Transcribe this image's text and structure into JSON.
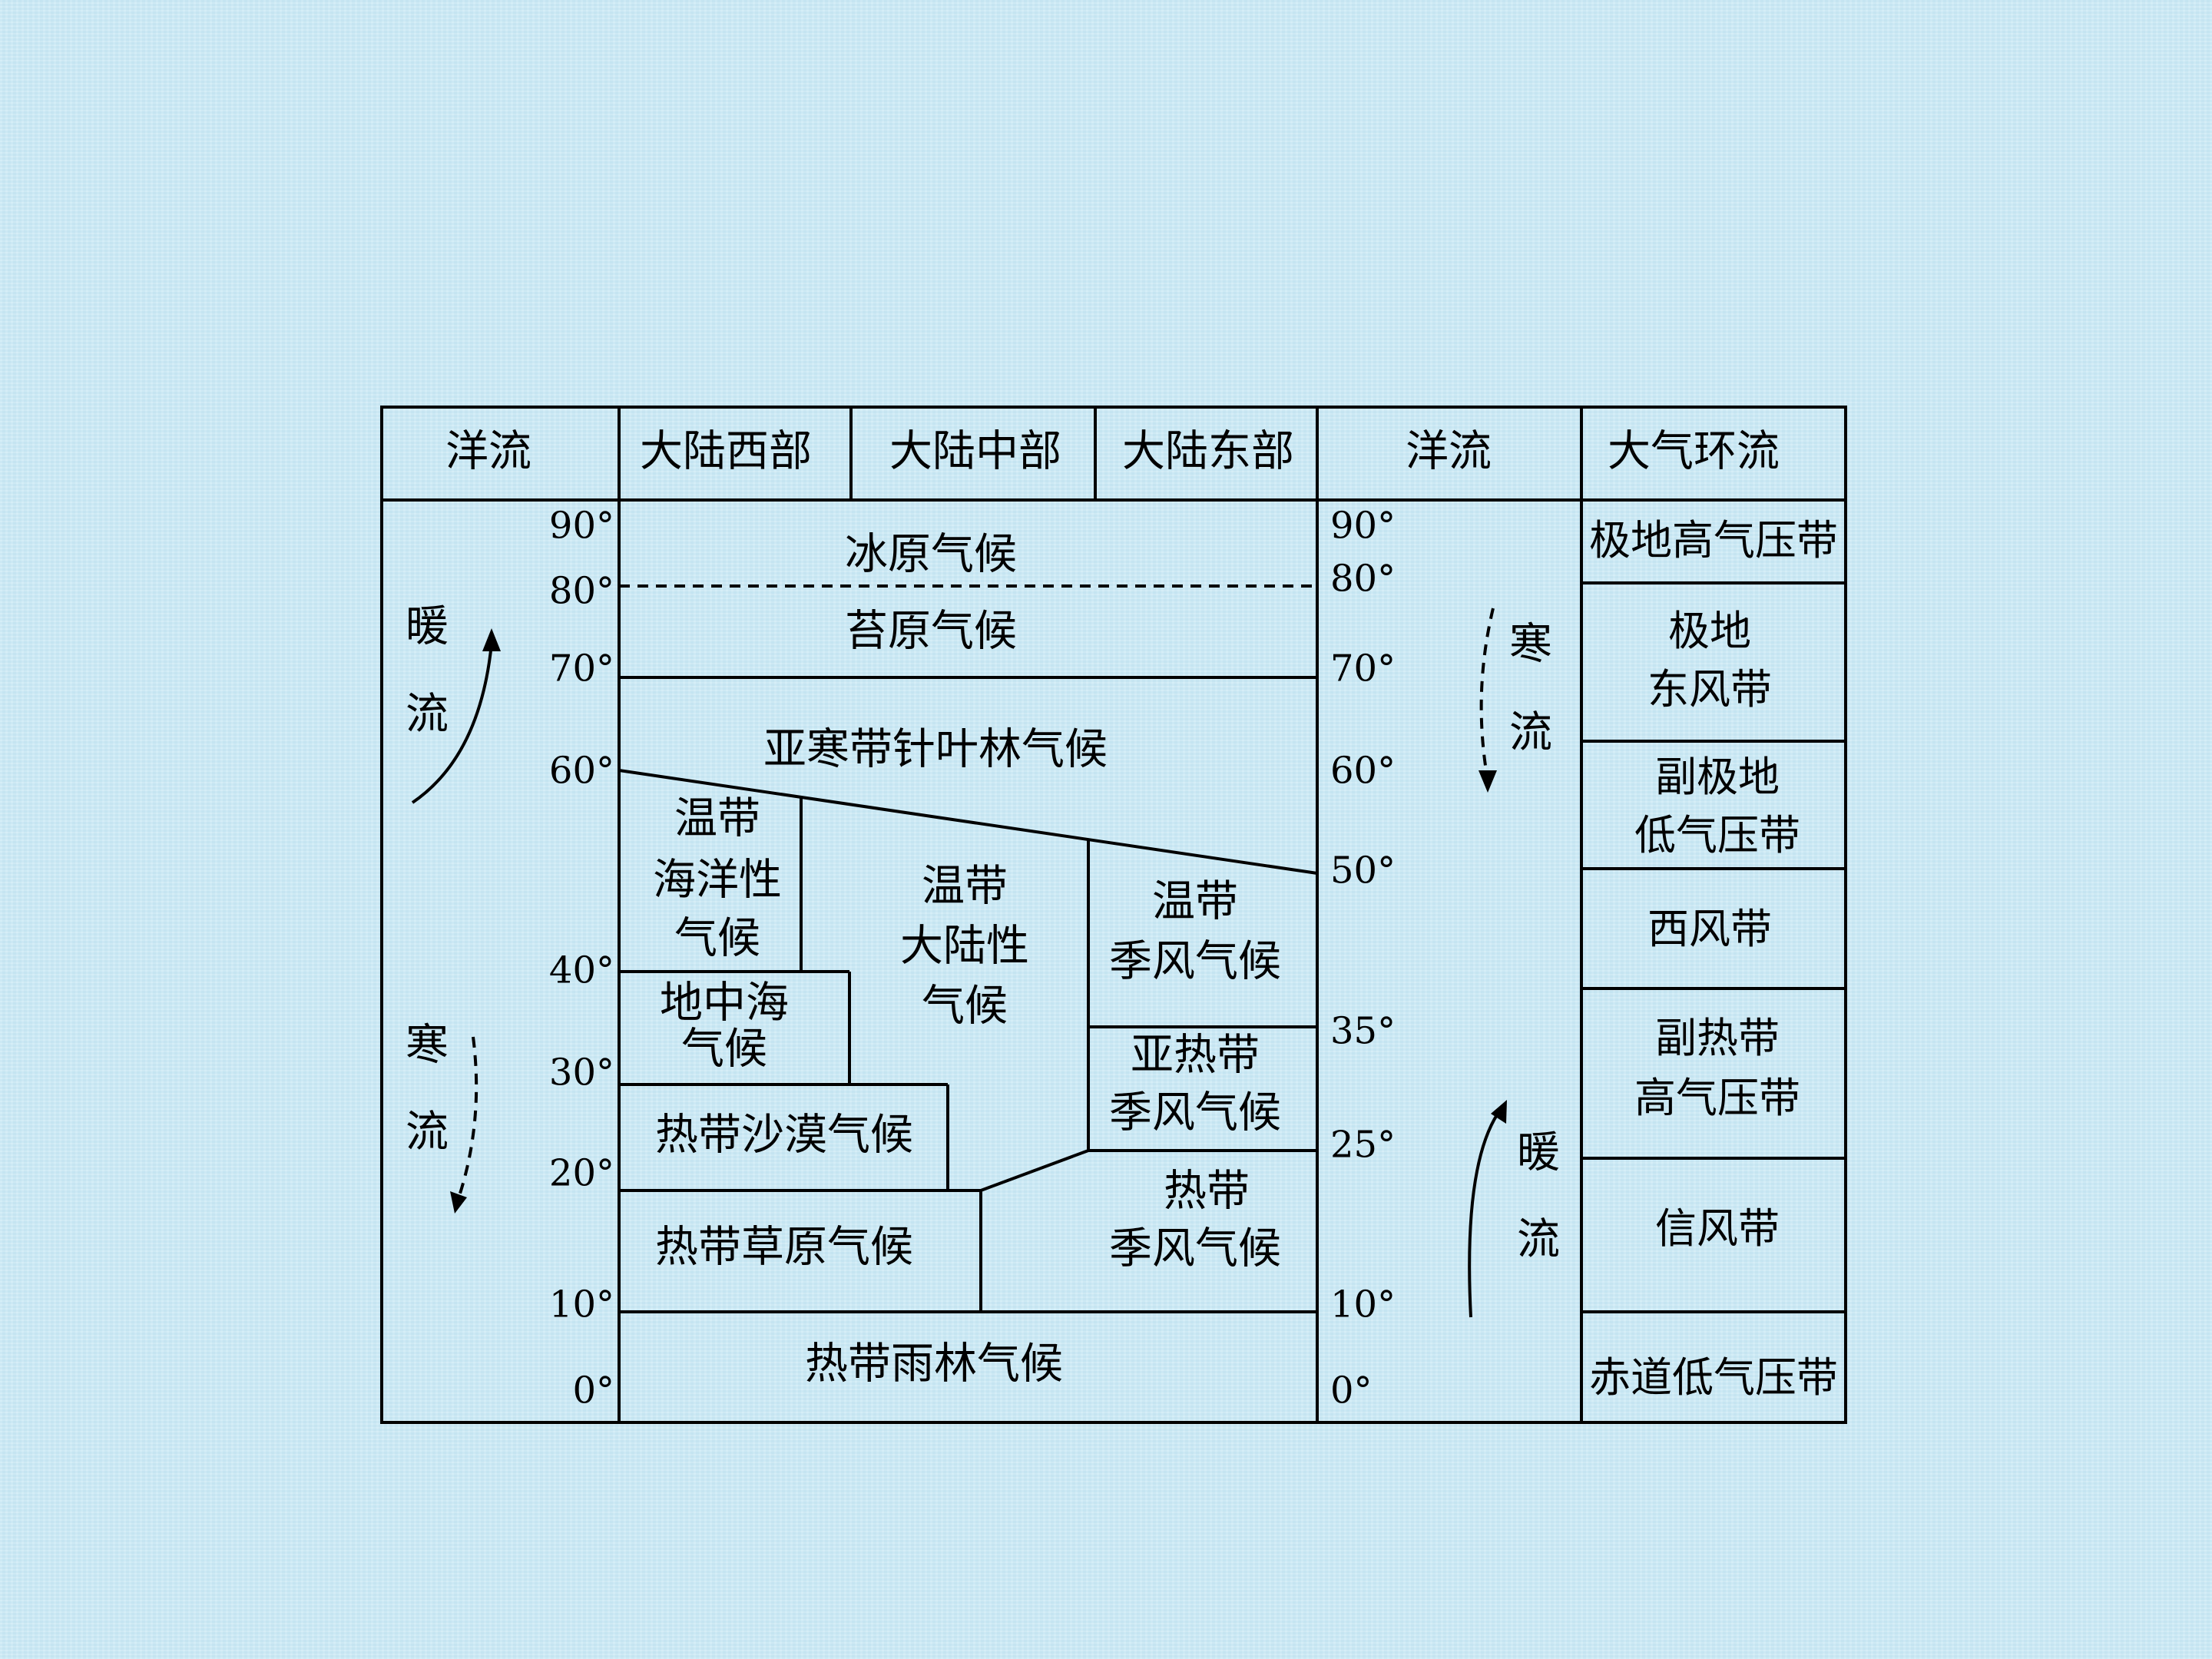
{
  "header": {
    "left_current": "洋流",
    "west": "大陆西部",
    "middle": "大陆中部",
    "east": "大陆东部",
    "right_current": "洋流",
    "circulation": "大气环流"
  },
  "left_latitudes": [
    "90°",
    "80°",
    "70°",
    "60°",
    "40°",
    "30°",
    "20°",
    "10°",
    "0°"
  ],
  "right_latitudes": [
    "90°",
    "80°",
    "70°",
    "60°",
    "50°",
    "35°",
    "25°",
    "10°",
    "0°"
  ],
  "currents": {
    "left_warm": [
      "暖",
      "流"
    ],
    "left_cold": [
      "寒",
      "流"
    ],
    "right_cold": [
      "寒",
      "流"
    ],
    "right_warm": [
      "暖",
      "流"
    ]
  },
  "climate_zones": {
    "ice_cap": "冰原气候",
    "tundra": "苔原气候",
    "subarctic": "亚寒带针叶林气候",
    "temperate_maritime": [
      "温带",
      "海洋性",
      "气候"
    ],
    "temperate_continental": [
      "温带",
      "大陆性",
      "气候"
    ],
    "temperate_monsoon": [
      "温带",
      "季风气候"
    ],
    "mediterranean": [
      "地中海",
      "气候"
    ],
    "subtropical_monsoon": [
      "亚热带",
      "季风气候"
    ],
    "tropical_desert": "热带沙漠气候",
    "tropical_grassland": "热带草原气候",
    "tropical_monsoon": [
      "热带",
      "季风气候"
    ],
    "tropical_rainforest": "热带雨林气候"
  },
  "wind_belts": {
    "polar_high": "极地高气压带",
    "polar_easterlies": [
      "极地",
      "东风带"
    ],
    "subpolar_low": [
      "副极地",
      "低气压带"
    ],
    "westerlies": "西风带",
    "subtropical_high": [
      "副热带",
      "高气压带"
    ],
    "trade_winds": "信风带",
    "equatorial_low": "赤道低气压带"
  },
  "colors": {
    "background": "#cdeaf5",
    "line": "#000000"
  }
}
